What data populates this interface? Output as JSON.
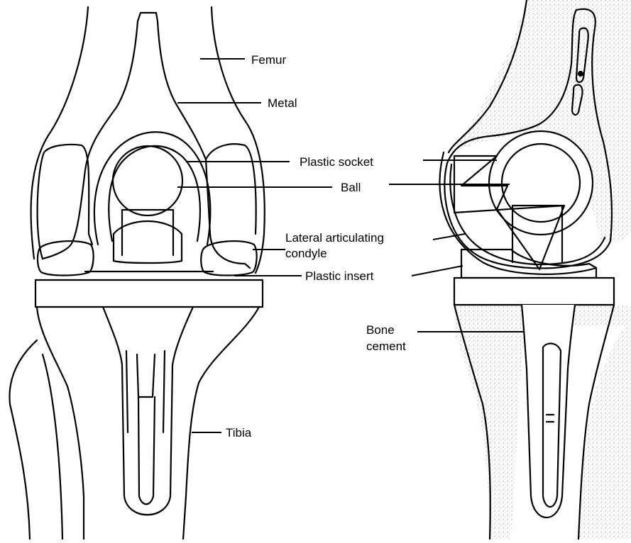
{
  "labels": {
    "femur": "Femur",
    "metal": "Metal",
    "plastic_socket": "Plastic socket",
    "ball": "Ball",
    "lateral_condyle_line1": "Lateral articulating",
    "lateral_condyle_line2": "condyle",
    "plastic_insert": "Plastic insert",
    "bone_cement_line1": "Bone",
    "bone_cement_line2": "cement",
    "tibia": "Tibia"
  },
  "colors": {
    "ink": "#000000",
    "paper": "#ffffff",
    "bone_stipple": "#c9c9c9"
  }
}
